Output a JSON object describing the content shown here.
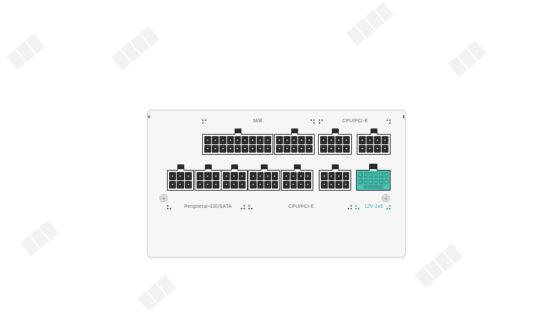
{
  "image": {
    "subject": "Modular power supply connector panel (white)",
    "accent_teal": "#4fc3b4",
    "label_teal": "#1fa3a3"
  },
  "labels": {
    "mb": "M/B",
    "cpu_pcie_top": "CPU/PCI-E",
    "peripheral": "Peripheral-IDE/SATA",
    "cpu_pcie_bottom": "CPU/PCI-E",
    "v12_2x6": "12V-2x6"
  },
  "connectors": {
    "top_row": [
      {
        "name": "M/B",
        "cols": 9,
        "rows": 2
      },
      {
        "name": "M/B",
        "cols": 5,
        "rows": 2
      },
      {
        "name": "CPU/PCI-E",
        "cols": 4,
        "rows": 2
      },
      {
        "name": "CPU/PCI-E",
        "cols": 4,
        "rows": 2
      }
    ],
    "bottom_row": [
      {
        "name": "Peripheral-IDE/SATA",
        "cols": 3,
        "rows": 2
      },
      {
        "name": "Peripheral-IDE/SATA",
        "cols": 3,
        "rows": 2
      },
      {
        "name": "Peripheral-IDE/SATA",
        "cols": 3,
        "rows": 2
      },
      {
        "name": "CPU/PCI-E",
        "cols": 4,
        "rows": 2
      },
      {
        "name": "CPU/PCI-E",
        "cols": 4,
        "rows": 2
      },
      {
        "name": "CPU/PCI-E",
        "cols": 4,
        "rows": 2
      },
      {
        "name": "12V-2x6",
        "cols": 6,
        "rows": 2
      }
    ]
  }
}
